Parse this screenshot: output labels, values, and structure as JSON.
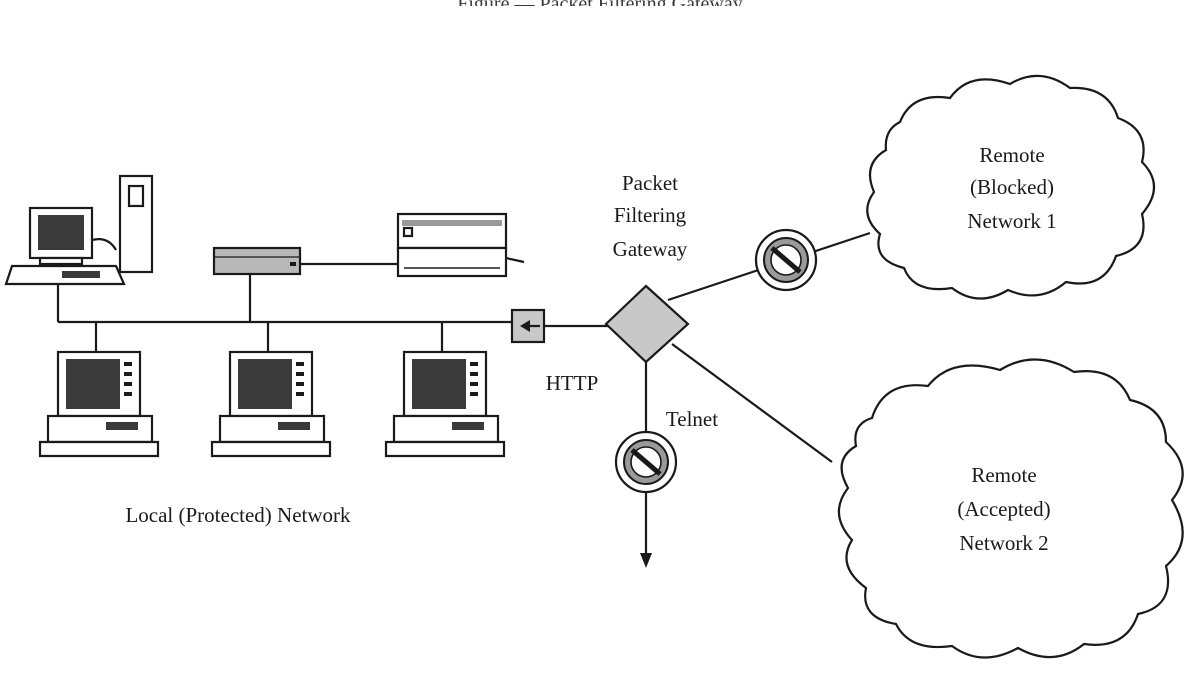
{
  "header": {
    "clipped_caption": "Figure — Packet Filtering Gateway"
  },
  "labels": {
    "gateway": [
      "Packet",
      "Filtering",
      "Gateway"
    ],
    "remote1": [
      "Remote",
      "(Blocked)",
      "Network 1"
    ],
    "remote2": [
      "Remote",
      "(Accepted)",
      "Network 2"
    ],
    "http": "HTTP",
    "telnet": "Telnet",
    "local": "Local (Protected) Network"
  },
  "icons": {
    "gateway": "diamond-gateway-icon",
    "blocked": "prohibited-icon",
    "allowed": "arrow-in-box-icon",
    "computer": "desktop-computer-icon",
    "printer": "printer-icon",
    "hub": "network-hub-icon",
    "cloud": "cloud-network-icon"
  },
  "colors": {
    "ink": "#1a1a1a",
    "gateway_fill": "#c8c8c8",
    "screen_fill": "#3a3a3a",
    "background": "#ffffff"
  }
}
